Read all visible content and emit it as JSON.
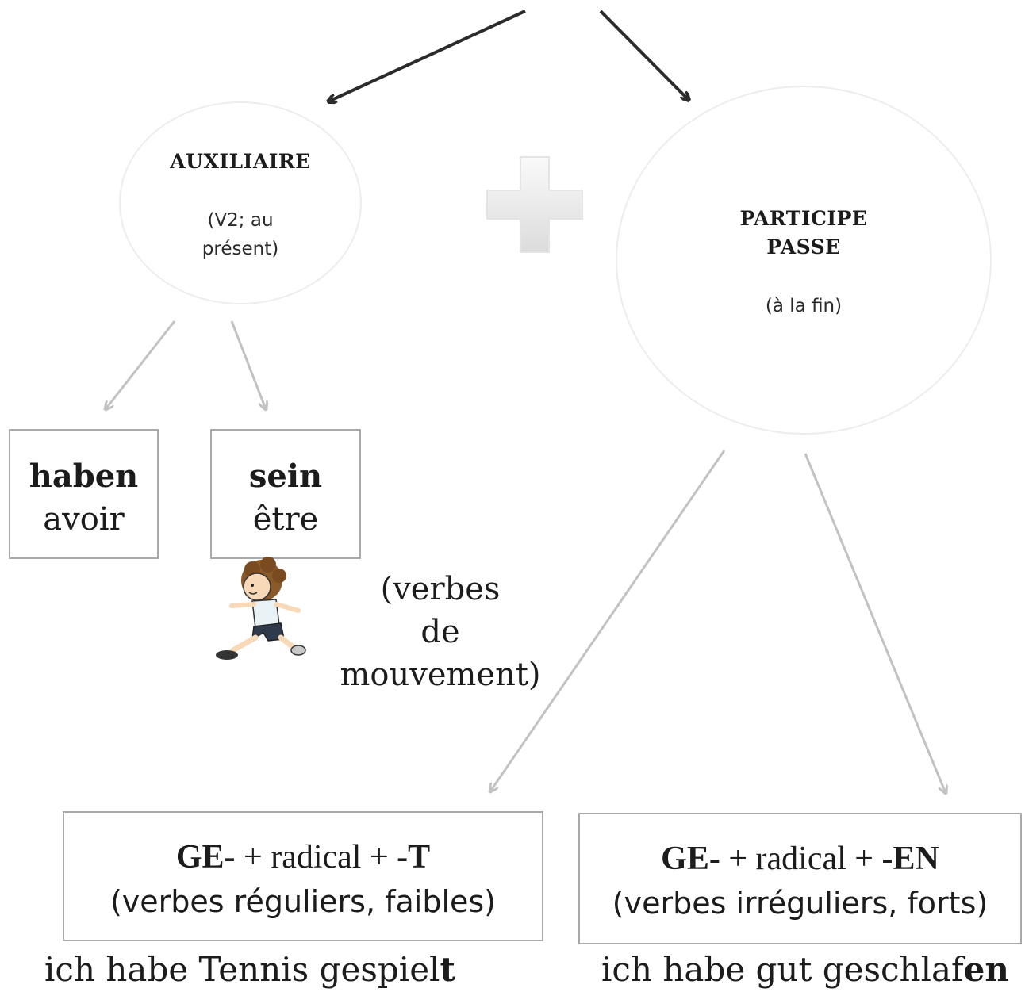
{
  "auxiliaire": {
    "title": "AUXILIAIRE",
    "detail_line1": "(V2; au",
    "detail_line2": "présent)"
  },
  "participe": {
    "title_line1": "PARTICIPE",
    "title_line2": "PASSE",
    "detail": "(à la fin)"
  },
  "plus_icon": "plus-icon",
  "haben": {
    "verb": "haben",
    "translation": "avoir"
  },
  "sein": {
    "verb": "sein",
    "translation": "être"
  },
  "runner_icon": "running-boy-icon",
  "sein_note": {
    "line1": "(verbes",
    "line2": "de",
    "line3": "mouvement)"
  },
  "weak": {
    "prefix": "GE-",
    "op1": " + radical + ",
    "suffix": "-T",
    "description": "(verbes réguliers, faibles)",
    "example_main": "ich habe Tennis gespiel",
    "example_ending": "t"
  },
  "strong": {
    "prefix": "GE-",
    "op1": " + radical + ",
    "suffix": "-EN",
    "description": "(verbes irréguliers, forts)",
    "example_main": "ich habe gut geschlaf",
    "example_ending": "en"
  },
  "colors": {
    "dark_arrow": "#2b2b2b",
    "light_arrow": "#c2c2c2",
    "circle_border": "#ededed",
    "box_border": "#a9a9a9"
  }
}
